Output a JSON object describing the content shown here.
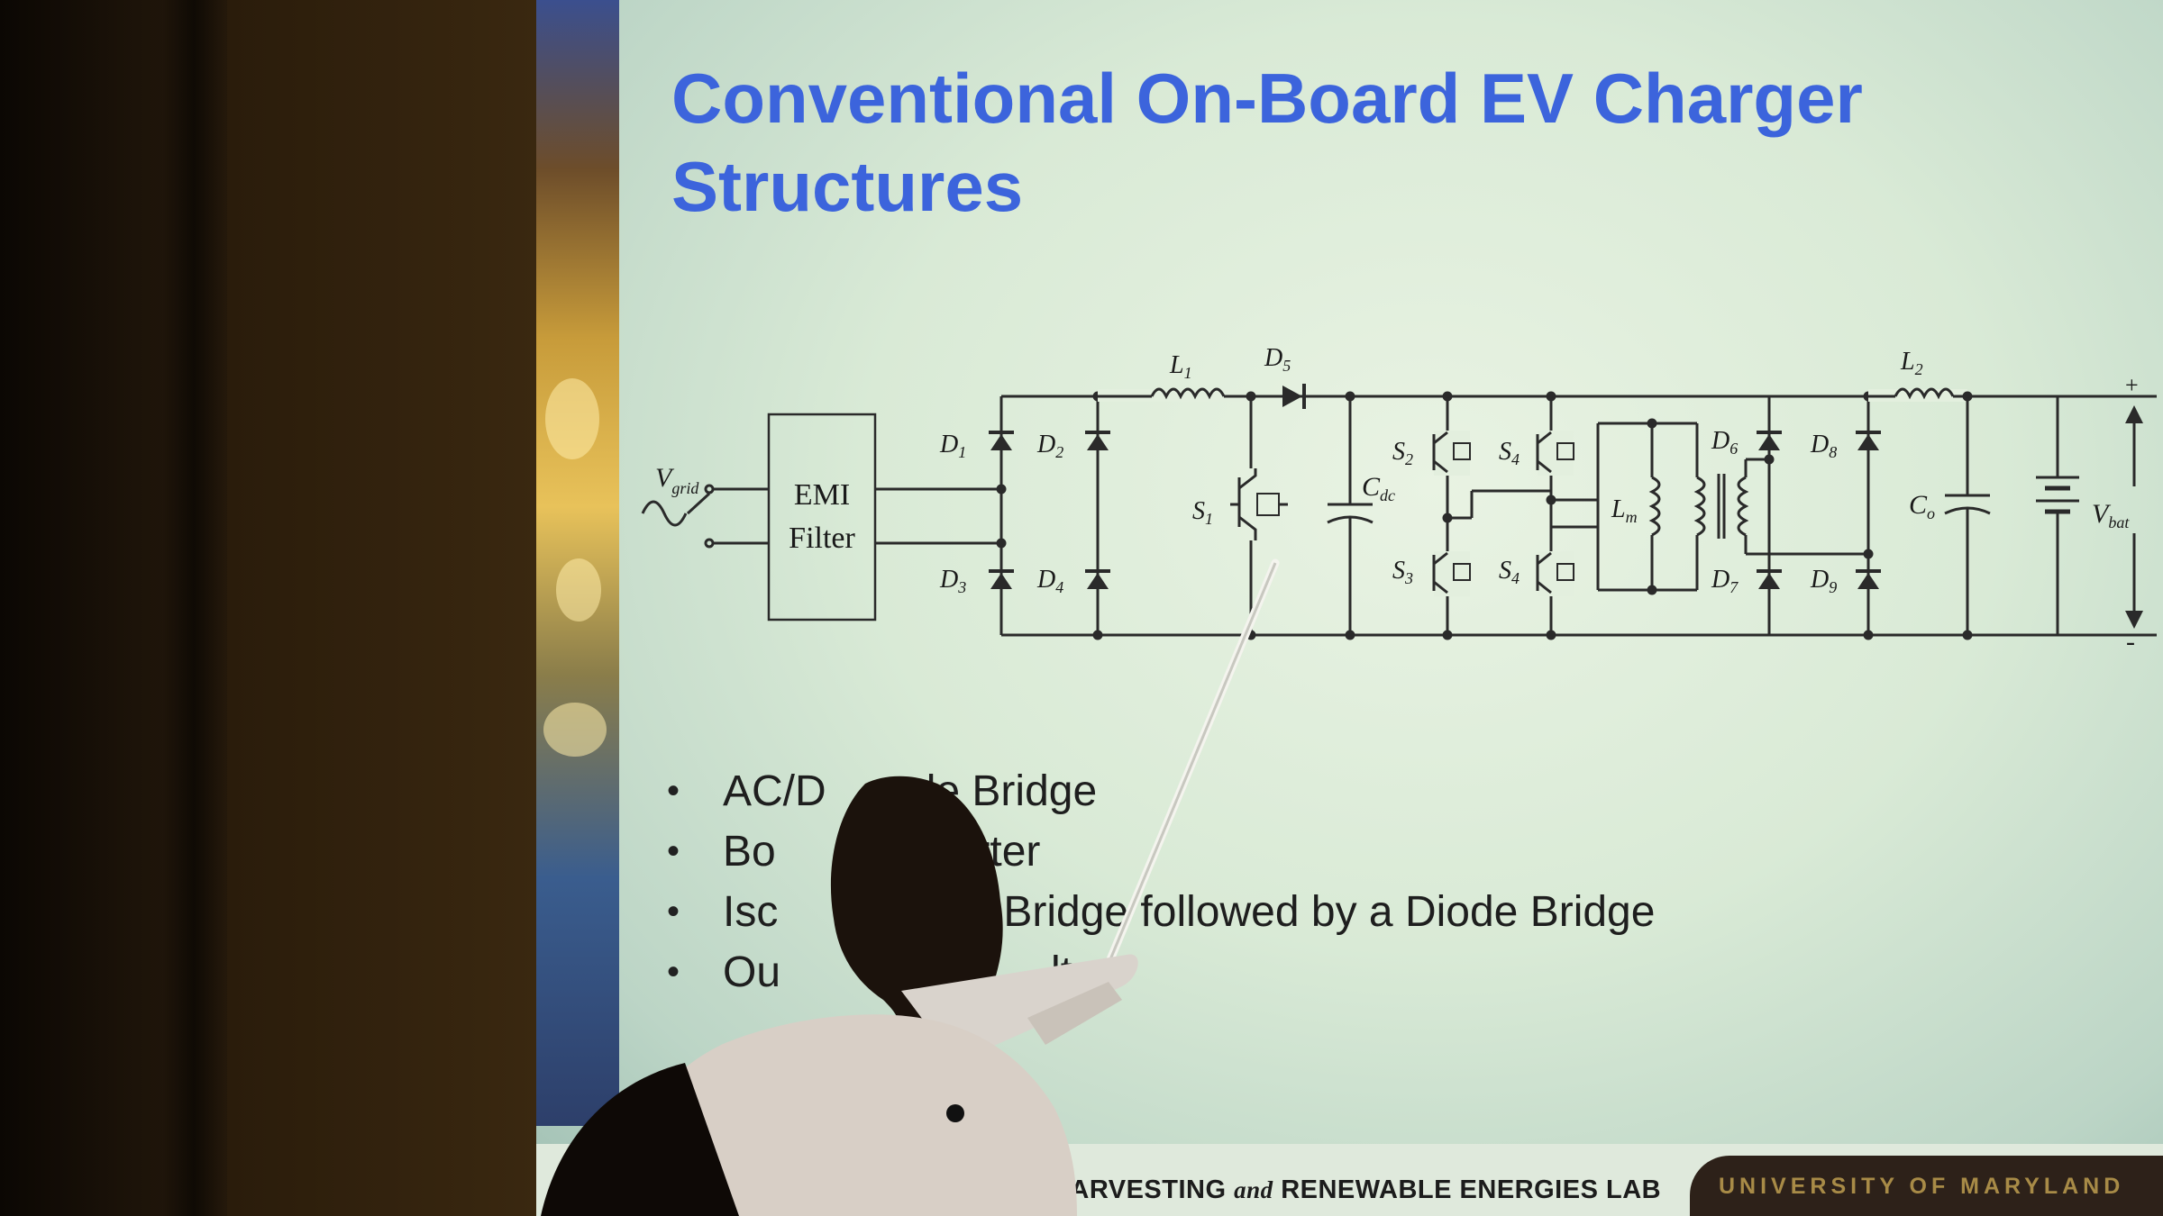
{
  "slide": {
    "title_line1": "Conventional On-Board EV Charger",
    "title_line2": "Structures",
    "bullets": [
      "AC/D",
      "de Bridge",
      "Bo",
      "erter",
      "Isc",
      "Bridge followed by a Diode Bridge",
      "Ou",
      "lte"
    ],
    "footer_lab_pre": "GY HARVESTING",
    "footer_lab_and": "and",
    "footer_lab_post": "RENEWABLE ENERGIES LAB",
    "university": "UNIVERSITY OF MARYLAND"
  },
  "circuit": {
    "vgrid": "V",
    "vgrid_sub": "grid",
    "emi_line1": "EMI",
    "emi_line2": "Filter",
    "d1": "D",
    "d1_sub": "1",
    "d2": "D",
    "d2_sub": "2",
    "d3": "D",
    "d3_sub": "3",
    "d4": "D",
    "d4_sub": "4",
    "l1": "L",
    "l1_sub": "1",
    "d5": "D",
    "d5_sub": "5",
    "s1": "S",
    "s1_sub": "1",
    "cdc": "C",
    "cdc_sub": "dc",
    "s2": "S",
    "s2_sub": "2",
    "s4a": "S",
    "s4a_sub": "4",
    "s3": "S",
    "s3_sub": "3",
    "s4b": "S",
    "s4b_sub": "4",
    "lm": "L",
    "lm_sub": "m",
    "d6": "D",
    "d6_sub": "6",
    "d8": "D",
    "d8_sub": "8",
    "d7": "D",
    "d7_sub": "7",
    "d9": "D",
    "d9_sub": "9",
    "l2": "L",
    "l2_sub": "2",
    "co": "C",
    "co_sub": "o",
    "vbat": "V",
    "vbat_sub": "bat",
    "plus": "+",
    "minus": "-"
  },
  "colors": {
    "title_blue": "#3c64dc",
    "slide_bg": "#e3efde",
    "umd_gold": "#a88b47"
  }
}
